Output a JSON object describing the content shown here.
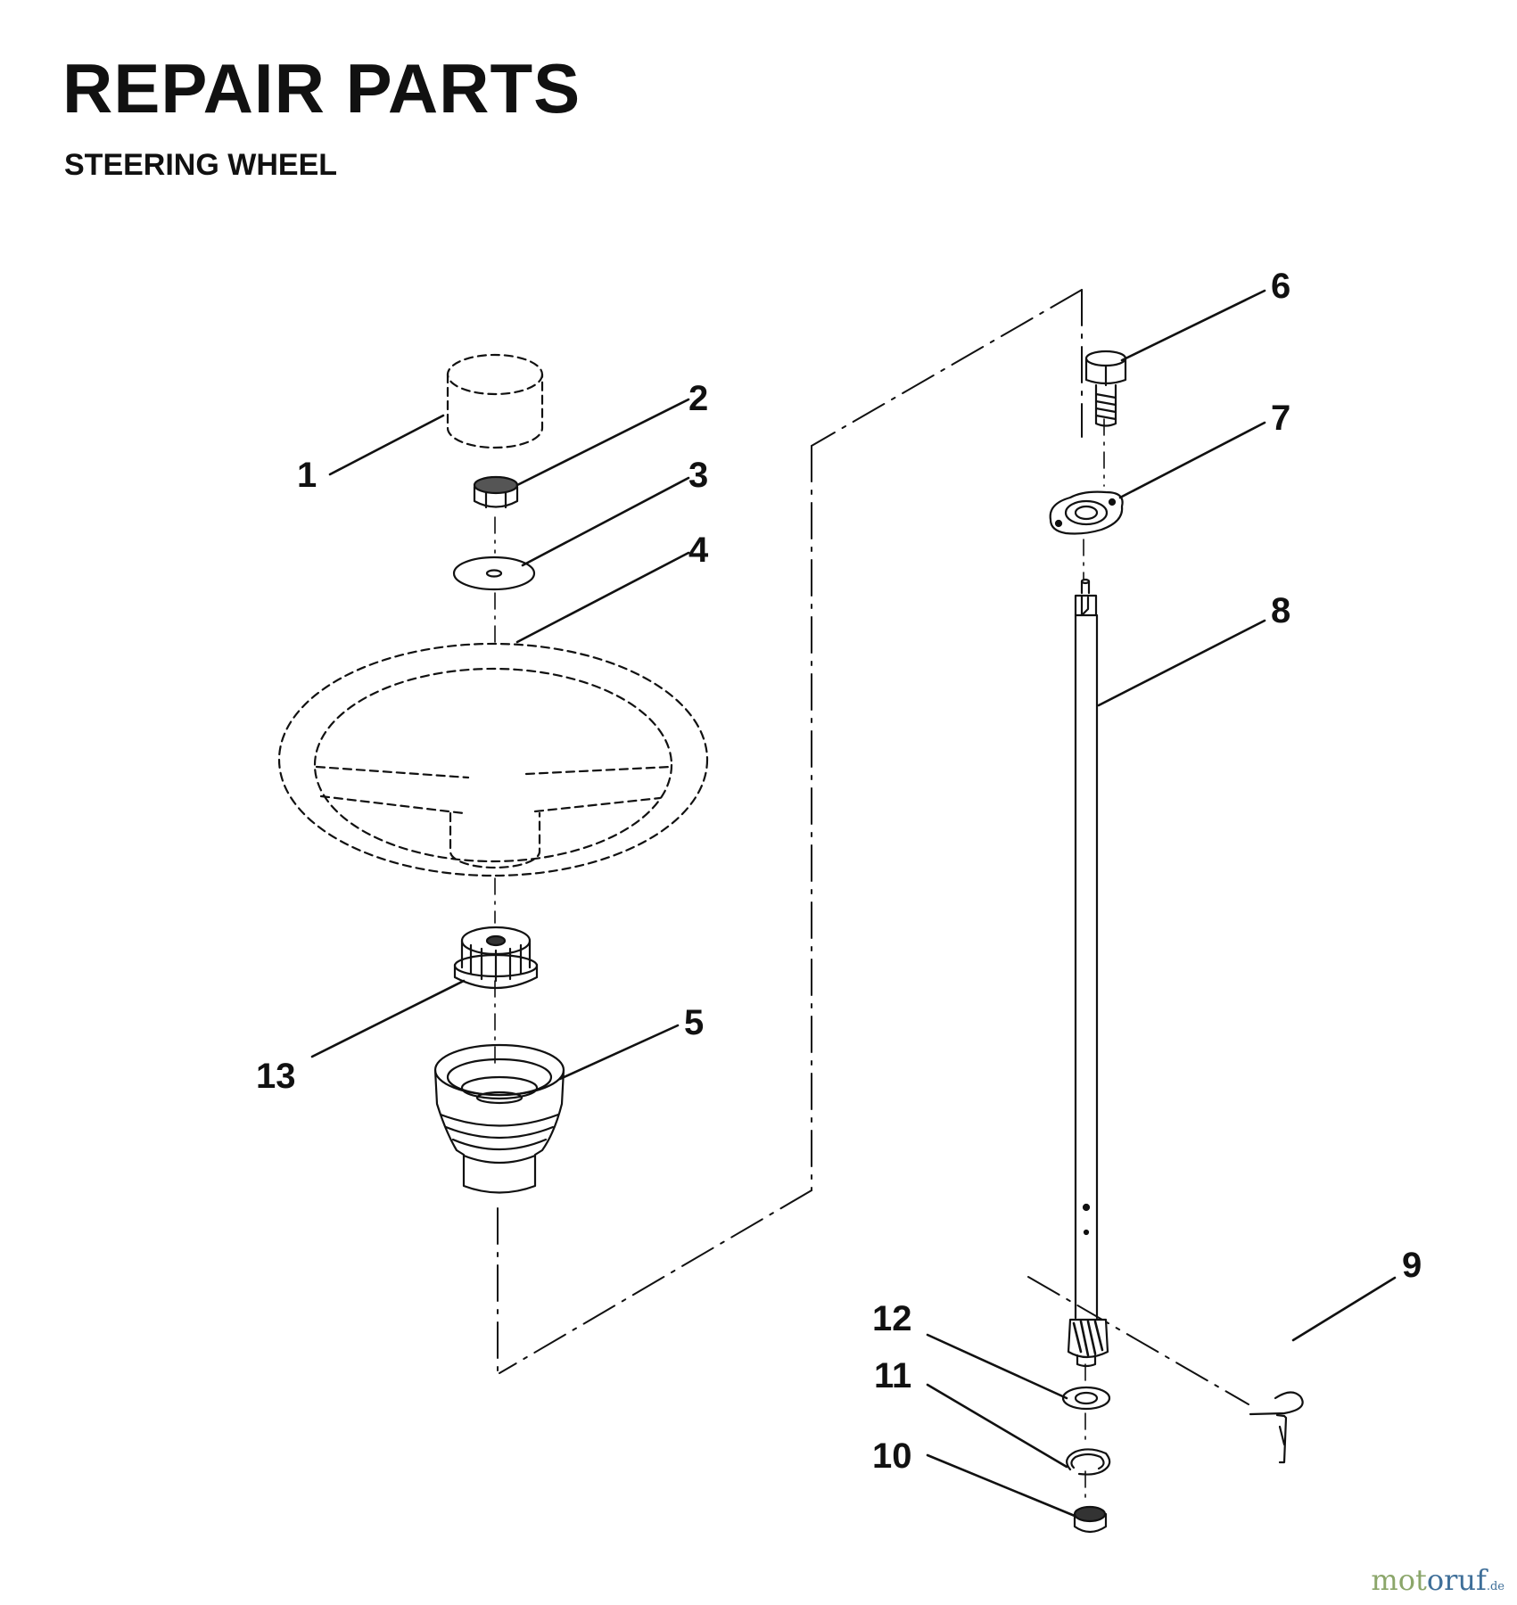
{
  "header": {
    "title": "REPAIR PARTS",
    "subtitle": "STEERING WHEEL"
  },
  "diagram": {
    "callouts": [
      {
        "id": "1",
        "label": "1",
        "part": "cap"
      },
      {
        "id": "2",
        "label": "2",
        "part": "nut"
      },
      {
        "id": "3",
        "label": "3",
        "part": "washer"
      },
      {
        "id": "4",
        "label": "4",
        "part": "steering-wheel"
      },
      {
        "id": "5",
        "label": "5",
        "part": "bushing-cone"
      },
      {
        "id": "6",
        "label": "6",
        "part": "bolt"
      },
      {
        "id": "7",
        "label": "7",
        "part": "flange-bearing"
      },
      {
        "id": "8",
        "label": "8",
        "part": "steering-shaft"
      },
      {
        "id": "9",
        "label": "9",
        "part": "spring-clip"
      },
      {
        "id": "10",
        "label": "10",
        "part": "bushing"
      },
      {
        "id": "11",
        "label": "11",
        "part": "retaining-ring"
      },
      {
        "id": "12",
        "label": "12",
        "part": "washer"
      },
      {
        "id": "13",
        "label": "13",
        "part": "adapter"
      }
    ]
  },
  "watermark": {
    "part1": "mot",
    "part2": "oruf",
    "suffix": ".de"
  }
}
